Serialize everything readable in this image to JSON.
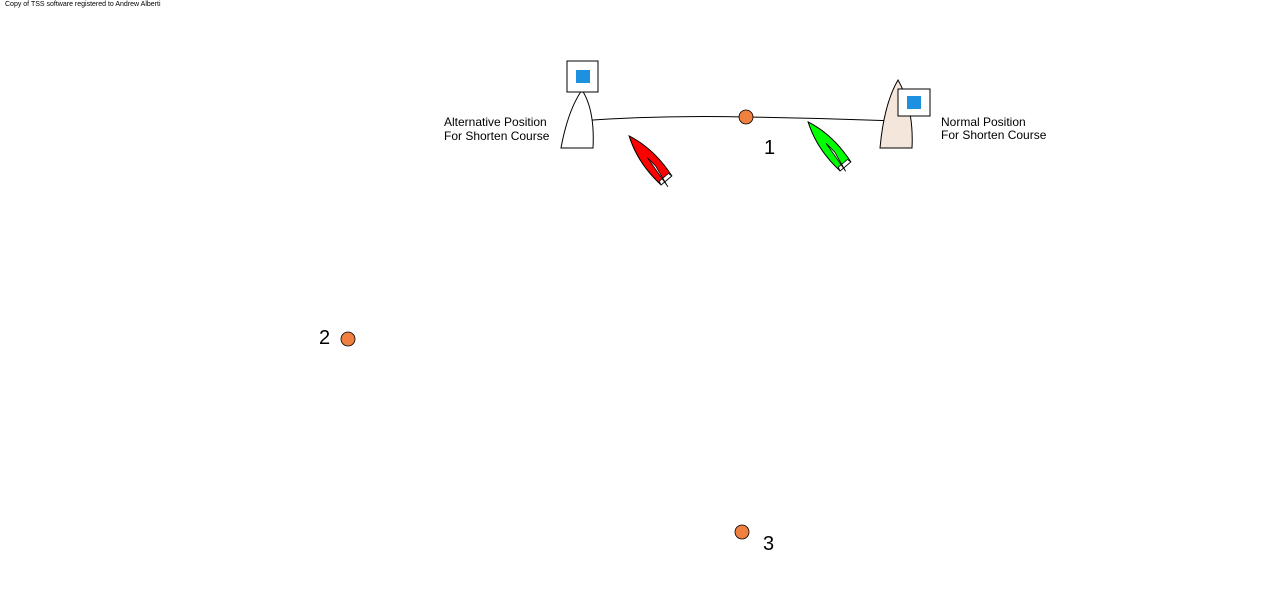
{
  "copyright": "Copy of TSS software registered to Andrew Alberti",
  "committee_boats": [
    {
      "id": "alternative",
      "label_line1": "Alternative Position",
      "label_line2": "For Shorten Course",
      "hull_color": "#ffffff",
      "flag_color": "#1e90e0"
    },
    {
      "id": "normal",
      "label_line1": "Normal Position",
      "label_line2": "For Shorten Course",
      "hull_color": "#f5e6dc",
      "flag_color": "#1e90e0"
    }
  ],
  "marks": [
    {
      "id": "mark-1",
      "label": "1",
      "color": "#f08040"
    },
    {
      "id": "mark-2",
      "label": "2",
      "color": "#f08040"
    },
    {
      "id": "mark-3",
      "label": "3",
      "color": "#f08040"
    }
  ],
  "boats": [
    {
      "id": "red-boat",
      "color": "#ff0000"
    },
    {
      "id": "green-boat",
      "color": "#00ff00"
    }
  ]
}
